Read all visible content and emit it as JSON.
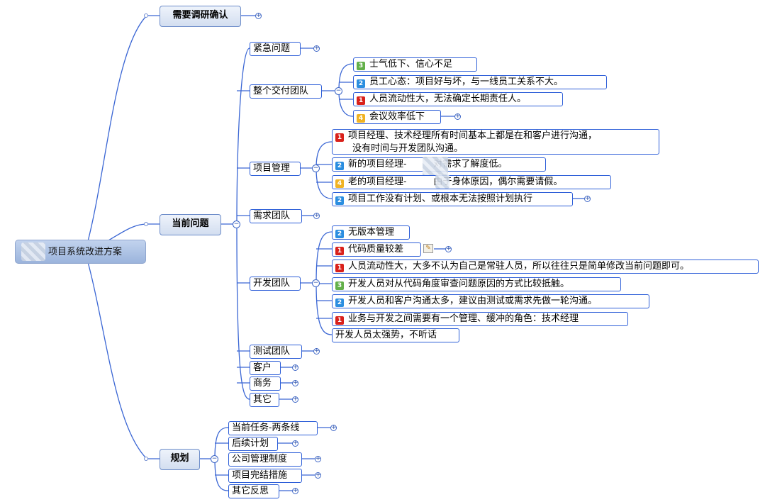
{
  "root": {
    "label": "项目系统改进方案"
  },
  "branches": {
    "confirm": {
      "label": "需要调研确认"
    },
    "current": {
      "label": "当前问题"
    },
    "plan": {
      "label": "规划"
    }
  },
  "current_children": {
    "urgent": "紧急问题",
    "team": "整个交付团队",
    "pm": "项目管理",
    "req": "需求团队",
    "dev": "开发团队",
    "test": "测试团队",
    "client": "客户",
    "biz": "商务",
    "other": "其它"
  },
  "team_items": [
    {
      "priority": "3",
      "text": "士气低下、信心不足"
    },
    {
      "priority": "2",
      "text": "员工心态：项目好与坏，与一线员工关系不大。"
    },
    {
      "priority": "1",
      "text": "人员流动性大，无法确定长期责任人。"
    },
    {
      "priority": "4",
      "text": "会议效率低下"
    }
  ],
  "pm_items": [
    {
      "priority": "1",
      "line1": "项目经理、技术经理所有时间基本上都是在和客户进行沟通，",
      "line2": "没有时间与开发团队沟通。"
    },
    {
      "priority": "2",
      "pre": "新的项目经理-",
      "post": "对需求了解度低。"
    },
    {
      "priority": "4",
      "pre": "老的项目经理-",
      "post": "由于身体原因，偶尔需要请假。"
    },
    {
      "priority": "2",
      "text": "项目工作没有计划、或根本无法按照计划执行"
    }
  ],
  "dev_items": [
    {
      "priority": "2",
      "text": "无版本管理"
    },
    {
      "priority": "1",
      "text": "代码质量较差"
    },
    {
      "priority": "1",
      "text": "人员流动性大，大多不认为自己是常驻人员，所以往往只是简单修改当前问题即可。"
    },
    {
      "priority": "3",
      "text": "开发人员对从代码角度审查问题原因的方式比较抵触。"
    },
    {
      "priority": "2",
      "text": "开发人员和客户沟通太多，建议由测试或需求先做一轮沟通。"
    },
    {
      "priority": "1",
      "text": "业务与开发之间需要有一个管理、缓冲的角色：技术经理"
    },
    {
      "priority": "",
      "text": "开发人员太强势，不听话"
    }
  ],
  "plan_items": [
    "当前任务-两条线",
    "后续计划",
    "公司管理制度",
    "项目完结措施",
    "其它反思"
  ],
  "colors": {
    "line": "#2e5fd8",
    "p1": "#d9211b",
    "p2": "#2b8ee0",
    "p3": "#63b04a",
    "p4": "#f0b323"
  },
  "icons": {
    "expand": "plus-circle-icon",
    "collapse": "minus-circle-icon",
    "note": "note-icon"
  }
}
